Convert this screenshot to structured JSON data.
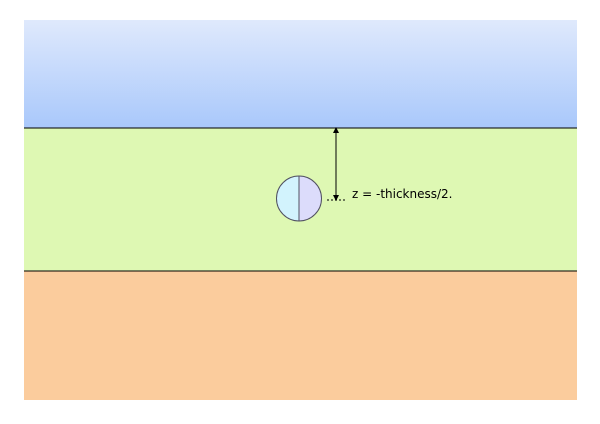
{
  "diagram": {
    "annotation_label": "z = -thickness/2.",
    "layers": [
      {
        "name": "top-layer",
        "gradient_top": "#dfe9fc",
        "gradient_bottom": "#a9c8fb"
      },
      {
        "name": "middle-layer",
        "color": "#def8b3"
      },
      {
        "name": "bottom-layer",
        "color": "#fbcc9d"
      }
    ],
    "particle": {
      "left_half_color": "#d2f3fd",
      "right_half_color": "#dcdcfb",
      "outline_color": "#505060"
    },
    "boundary_line_color": "#000000",
    "arrow_color": "#000000"
  }
}
